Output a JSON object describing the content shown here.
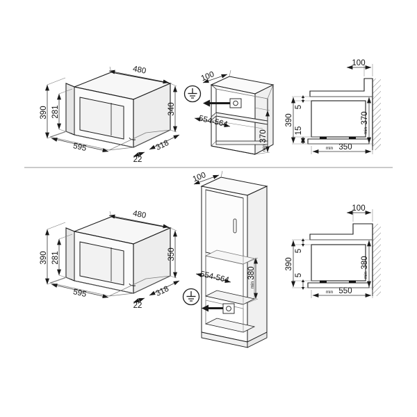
{
  "document": {
    "title": "Built-in Microwave Oven Installation Dimensions",
    "units": "mm",
    "divider": "section-divider"
  },
  "panels": {
    "top_row": {
      "appliance": {
        "name": "microwave-isometric-top",
        "dimensions": {
          "height_overall": "390",
          "height_door": "281",
          "width_front": "595",
          "depth_top": "480",
          "depth_base": "318",
          "height_body": "340",
          "front_overhang": "22"
        }
      },
      "cabinet": {
        "name": "wall-cabinet-isometric",
        "dimensions": {
          "top_depth": "100",
          "niche_width": "554-564",
          "niche_height": "370"
        },
        "min_prefix": "min",
        "earth_symbol": "earth-ground-icon",
        "socket": "power-socket-icon"
      },
      "section": {
        "name": "side-section-top",
        "dimensions": {
          "wall_gap": "100",
          "total_height": "390",
          "top_clearance": "5",
          "bottom_clearance": "15",
          "niche_depth": "370",
          "shelf_depth": "350"
        },
        "min_prefix": "min"
      }
    },
    "bottom_row": {
      "appliance": {
        "name": "microwave-isometric-bottom",
        "dimensions": {
          "height_overall": "390",
          "height_door": "281",
          "width_front": "595",
          "depth_top": "480",
          "depth_base": "318",
          "height_body": "350",
          "front_overhang": "22"
        }
      },
      "cabinet": {
        "name": "tall-column-cabinet-isometric",
        "dimensions": {
          "top_depth": "100",
          "niche_width": "554-564",
          "niche_height": "380"
        },
        "min_prefix": "min",
        "earth_symbol": "earth-ground-icon",
        "socket": "power-socket-icon",
        "door_handle": "cabinet-door-handle"
      },
      "section": {
        "name": "side-section-bottom",
        "dimensions": {
          "wall_gap": "100",
          "total_height": "390",
          "top_clearance": "5",
          "bottom_clearance": "5",
          "niche_depth": "380",
          "shelf_depth": "550"
        },
        "min_prefix": "min"
      }
    }
  },
  "colors": {
    "line": "#1a1a1a",
    "thin_line": "#555555",
    "dim_line": "#333333",
    "divider": "#b8b8b8",
    "fill_light": "#f4f4f4",
    "fill_mid": "#e8e8e8",
    "fill_dark": "#111111",
    "background": "#ffffff"
  }
}
